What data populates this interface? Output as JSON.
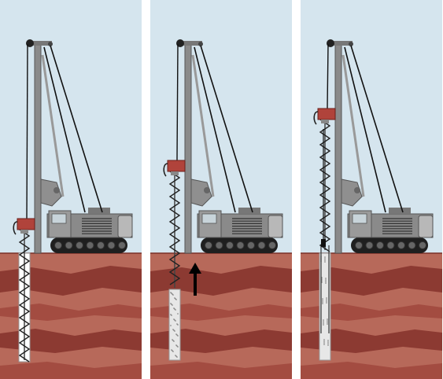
{
  "colors": {
    "sky": "#d5e5ee",
    "soil_light": "#b7695a",
    "soil_dark": "#8c3a32",
    "soil_mid": "#a34c41",
    "crane_body": "#8a8a8a",
    "crane_dark": "#555555",
    "crane_light": "#b8b8b8",
    "track": "#1f1f1f",
    "auger_head": "#b0433b",
    "concrete": "#e7e7e7",
    "cable": "#111111",
    "arrow": "#000000"
  },
  "steps": [
    {
      "id": "drilling",
      "auger_depth": 1.0,
      "concrete_fill": 0.0,
      "arrow": "none"
    },
    {
      "id": "withdrawing-and-concreting",
      "auger_depth": 0.2,
      "concrete_fill": 0.75,
      "arrow": "up-arrow-icon"
    },
    {
      "id": "inserting-reinforcement",
      "auger_depth": -0.3,
      "concrete_fill": 1.0,
      "arrow": "none"
    }
  ]
}
